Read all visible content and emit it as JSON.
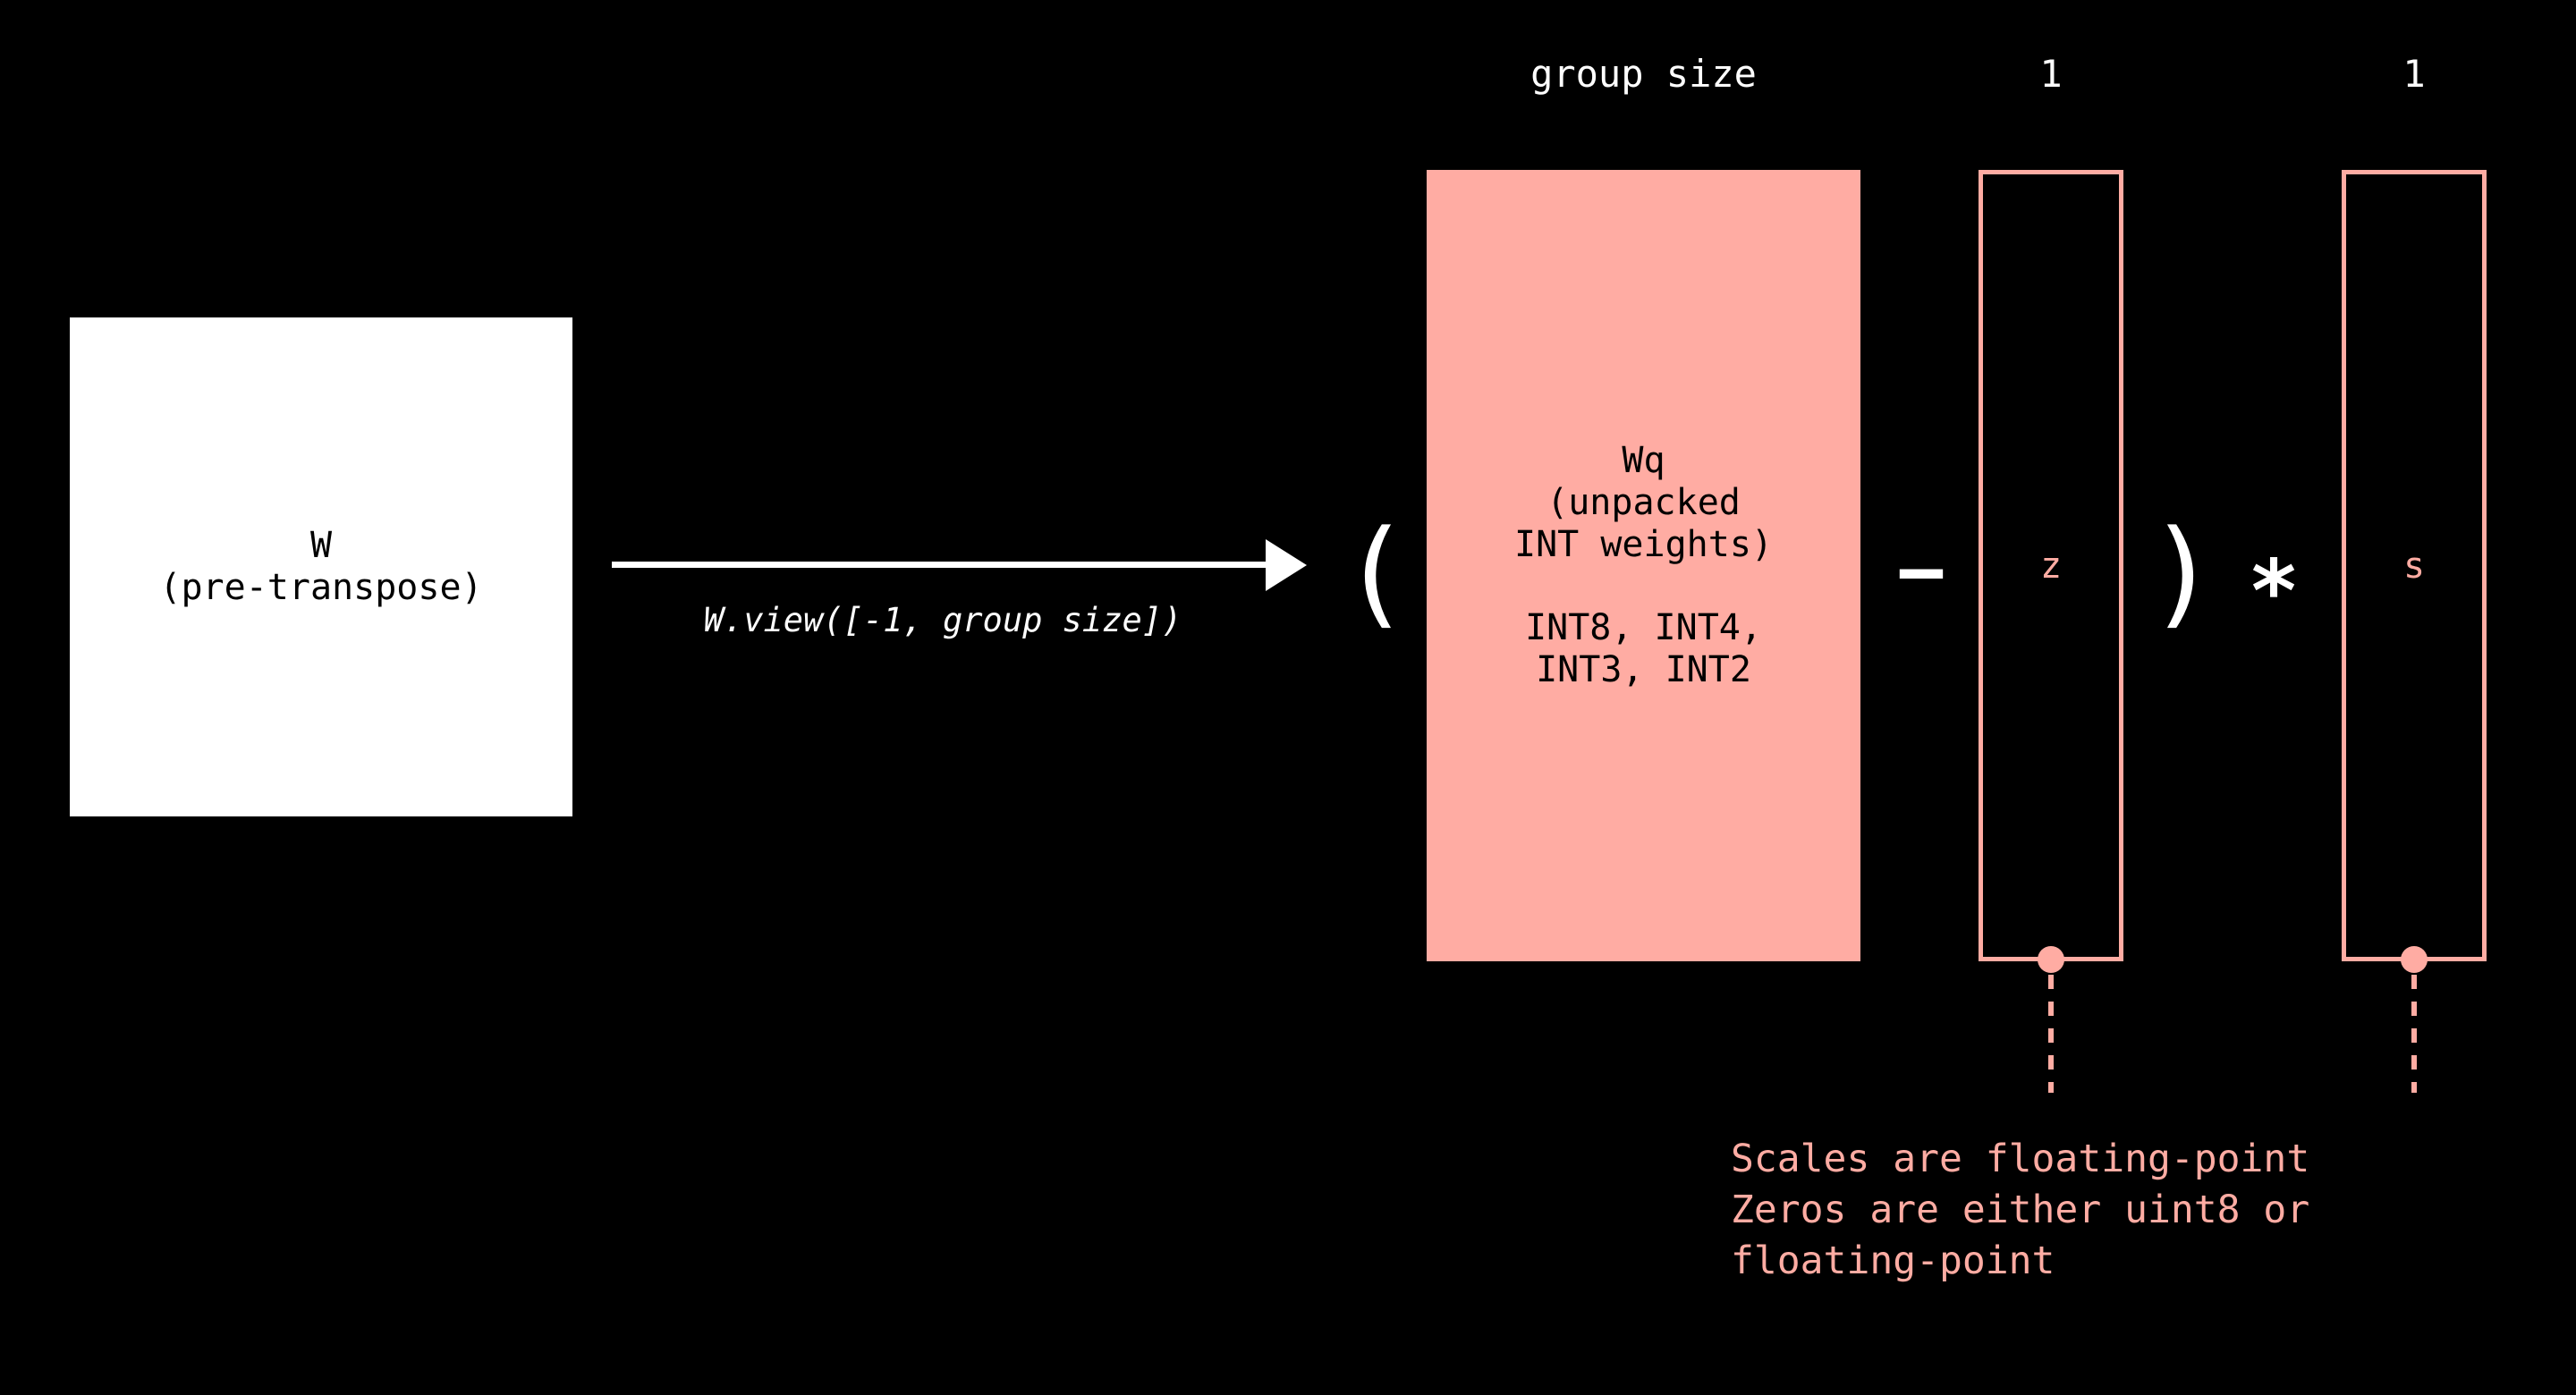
{
  "canvas": {
    "background": "#000000",
    "accent_pink": "#ffaca3",
    "foreground": "#ffffff"
  },
  "source_matrix": {
    "title": "W",
    "subtitle": "(pre-transpose)",
    "fill": "#ffffff",
    "text_color": "#000000"
  },
  "transform": {
    "arrow_label": "W.view([-1, group size])",
    "arrow_direction": "right"
  },
  "operators": {
    "paren_open": "(",
    "minus": "−",
    "paren_close": ")",
    "multiply": "∗"
  },
  "quantized_weights": {
    "dim_caption": "group size",
    "name": "Wq",
    "desc_line1": "(unpacked",
    "desc_line2": "INT weights)",
    "dtypes_line1": "INT8, INT4,",
    "dtypes_line2": "INT3, INT2",
    "fill": "#ffaca3",
    "text_color": "#000000"
  },
  "zeros_vector": {
    "dim_caption": "1",
    "label": "z",
    "border_color": "#ffaca3",
    "label_color": "#ffaca3"
  },
  "scales_vector": {
    "dim_caption": "1",
    "label": "s",
    "border_color": "#ffaca3",
    "label_color": "#ffaca3"
  },
  "footnote": {
    "line1": "Scales are floating-point",
    "line2": "Zeros are either uint8 or",
    "line3": "floating-point",
    "color": "#ffaca3"
  }
}
